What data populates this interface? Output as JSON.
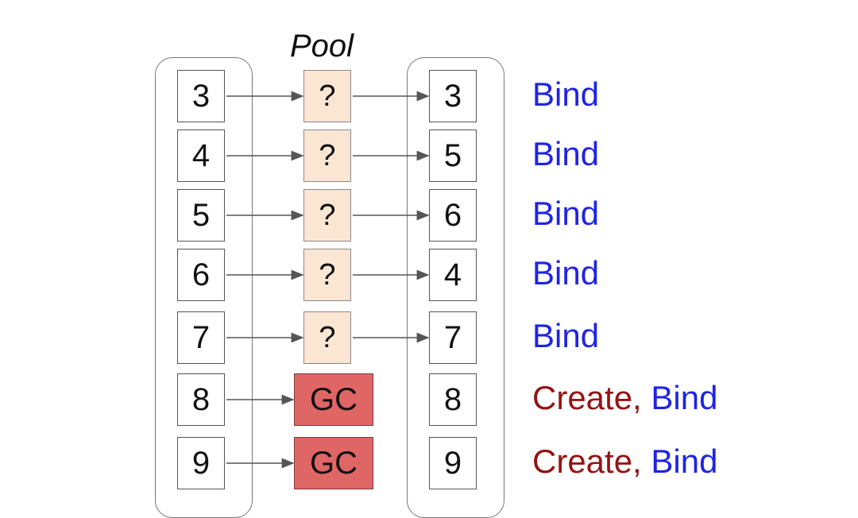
{
  "title": "Pool",
  "rows": [
    {
      "left": "3",
      "pool": "?",
      "pool_type": "pool",
      "right": "3",
      "create": "",
      "bind": "Bind"
    },
    {
      "left": "4",
      "pool": "?",
      "pool_type": "pool",
      "right": "5",
      "create": "",
      "bind": "Bind"
    },
    {
      "left": "5",
      "pool": "?",
      "pool_type": "pool",
      "right": "6",
      "create": "",
      "bind": "Bind"
    },
    {
      "left": "6",
      "pool": "?",
      "pool_type": "pool",
      "right": "4",
      "create": "",
      "bind": "Bind"
    },
    {
      "left": "7",
      "pool": "?",
      "pool_type": "pool",
      "right": "7",
      "create": "",
      "bind": "Bind"
    },
    {
      "left": "8",
      "pool": "GC",
      "pool_type": "gc",
      "right": "8",
      "create": "Create, ",
      "bind": "Bind"
    },
    {
      "left": "9",
      "pool": "GC",
      "pool_type": "gc",
      "right": "9",
      "create": "Create, ",
      "bind": "Bind"
    }
  ],
  "colors": {
    "bind": "#1f23e6",
    "create": "#961314",
    "pool_fill": "#fbe5d3",
    "gc_fill": "#e06666"
  }
}
